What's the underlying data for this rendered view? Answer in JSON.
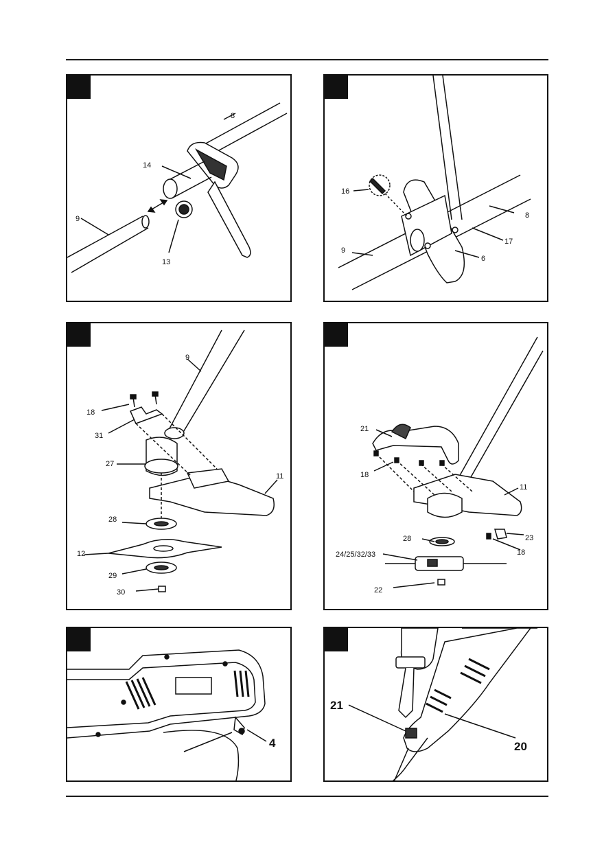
{
  "panels": [
    {
      "id": "panel-1",
      "labels": [
        "8",
        "14",
        "9",
        "13"
      ]
    },
    {
      "id": "panel-2",
      "labels": [
        "16",
        "8",
        "9",
        "17",
        "6"
      ]
    },
    {
      "id": "panel-3",
      "labels": [
        "9",
        "18",
        "31",
        "27",
        "11",
        "28",
        "12",
        "29",
        "30"
      ]
    },
    {
      "id": "panel-4",
      "labels": [
        "21",
        "18",
        "11",
        "28",
        "23",
        "18",
        "24/25/32/33",
        "22"
      ]
    },
    {
      "id": "panel-5",
      "labels": [
        "4"
      ]
    },
    {
      "id": "panel-6",
      "labels": [
        "21",
        "20"
      ]
    }
  ],
  "colors": {
    "line": "#111111",
    "panel_bg": "#ffffff",
    "tab": "#111111"
  }
}
